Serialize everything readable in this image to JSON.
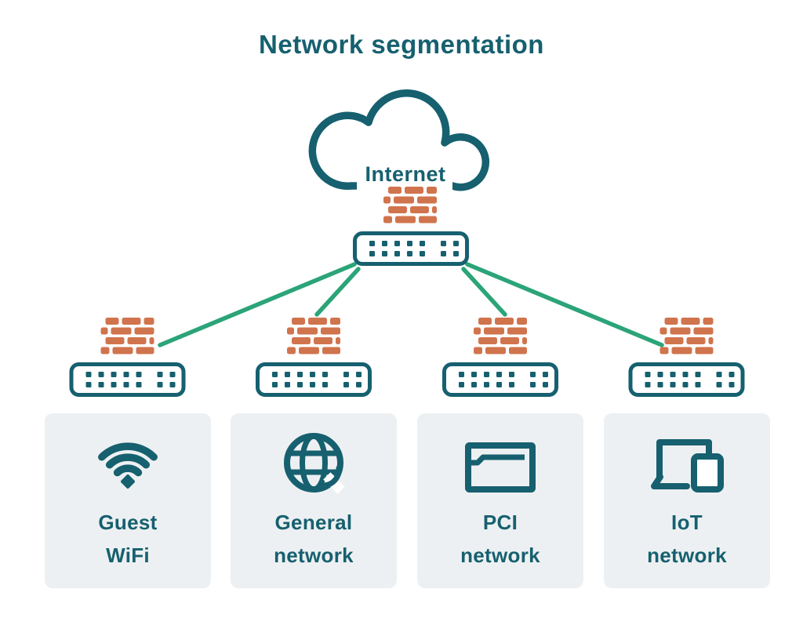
{
  "title": "Network segmentation",
  "colors": {
    "teal": "#16606F",
    "orange": "#D0744E",
    "green": "#2BA478",
    "card-bg": "#EDF0F2",
    "white": "#FFFFFF"
  },
  "cloud": {
    "label": "Internet",
    "icon": "cloud-icon"
  },
  "core": {
    "firewall_icon": "firewall-brick-icon",
    "switch_icon": "network-switch-icon",
    "links_count": 4
  },
  "segments": [
    {
      "id": "guest-wifi",
      "label": "Guest\nWiFi",
      "icon": "wifi-icon",
      "firewall_icon": "firewall-brick-icon",
      "switch_icon": "network-switch-icon"
    },
    {
      "id": "general-network",
      "label": "General\nnetwork",
      "icon": "globe-icon",
      "firewall_icon": "firewall-brick-icon",
      "switch_icon": "network-switch-icon"
    },
    {
      "id": "pci-network",
      "label": "PCI\nnetwork",
      "icon": "credit-card-icon",
      "firewall_icon": "firewall-brick-icon",
      "switch_icon": "network-switch-icon"
    },
    {
      "id": "iot-network",
      "label": "IoT\nnetwork",
      "icon": "iot-devices-icon",
      "firewall_icon": "firewall-brick-icon",
      "switch_icon": "network-switch-icon"
    }
  ]
}
